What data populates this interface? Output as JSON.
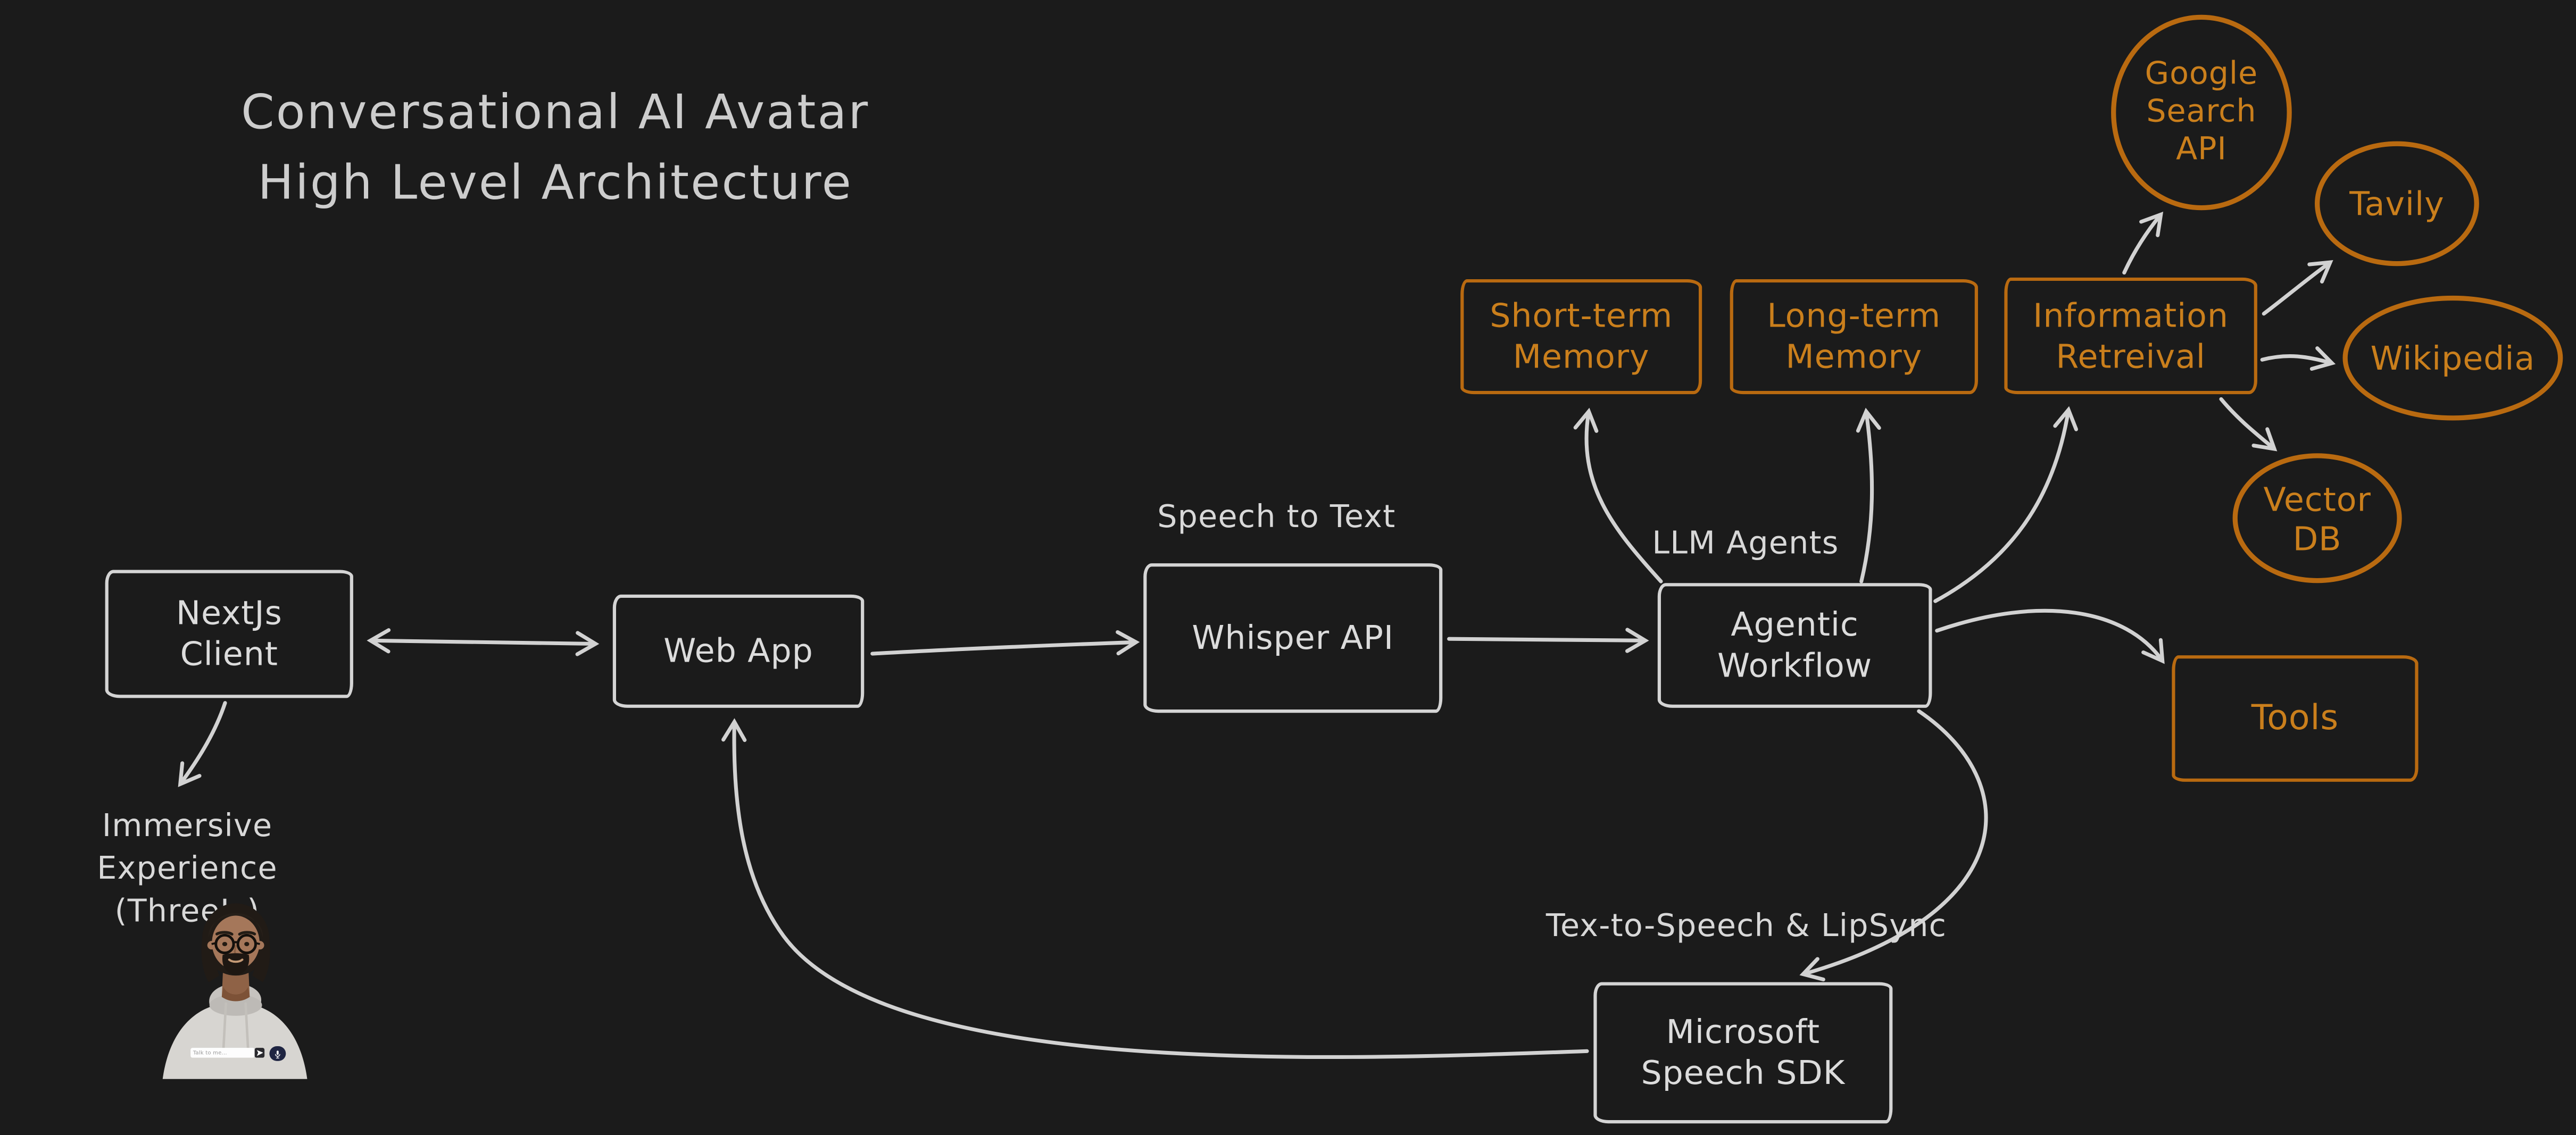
{
  "title": "Conversational AI Avatar\nHigh Level Architecture",
  "colors": {
    "background": "#1b1b1b",
    "light_stroke": "#d4d4d4",
    "light_text": "#dcdcdc",
    "orange_stroke": "#b96a10",
    "orange_text": "#ca7f1c",
    "mic_button": "#1f2542",
    "send_button": "#2a2a2e"
  },
  "nodes": {
    "nextjs_client": {
      "label": "NextJs\nClient"
    },
    "web_app": {
      "label": "Web App"
    },
    "whisper_api": {
      "label": "Whisper API"
    },
    "agentic_workflow": {
      "label": "Agentic\nWorkflow"
    },
    "short_term_memory": {
      "label": "Short-term\nMemory"
    },
    "long_term_memory": {
      "label": "Long-term\nMemory"
    },
    "information_retreival": {
      "label": "Information\nRetreival"
    },
    "google_search_api": {
      "label": "Google\nSearch\nAPI"
    },
    "tavily": {
      "label": "Tavily"
    },
    "wikipedia": {
      "label": "Wikipedia"
    },
    "vector_db": {
      "label": "Vector\nDB"
    },
    "tools": {
      "label": "Tools"
    },
    "microsoft_speech_sdk": {
      "label": "Microsoft\nSpeech SDK"
    }
  },
  "annotations": {
    "speech_to_text": "Speech to Text",
    "llm_agents": "LLM Agents",
    "tts_lipsync": "Tex-to-Speech & LipSync",
    "immersive_experience": "Immersive Experience\n(ThreeJs)"
  },
  "avatar_widget": {
    "image": "3d-avatar-man-glasses-hoodie",
    "placeholder": "Talk to me...",
    "send_icon": "paper-plane-icon",
    "mic_icon": "microphone-icon"
  },
  "edges": [
    {
      "from": "nextjs_client",
      "to": "web_app",
      "bidirectional": true
    },
    {
      "from": "nextjs_client",
      "to": "immersive_experience"
    },
    {
      "from": "web_app",
      "to": "whisper_api"
    },
    {
      "from": "whisper_api",
      "to": "agentic_workflow"
    },
    {
      "from": "agentic_workflow",
      "to": "short_term_memory"
    },
    {
      "from": "agentic_workflow",
      "to": "long_term_memory"
    },
    {
      "from": "agentic_workflow",
      "to": "information_retreival"
    },
    {
      "from": "agentic_workflow",
      "to": "tools"
    },
    {
      "from": "agentic_workflow",
      "to": "microsoft_speech_sdk"
    },
    {
      "from": "microsoft_speech_sdk",
      "to": "web_app"
    },
    {
      "from": "information_retreival",
      "to": "google_search_api"
    },
    {
      "from": "information_retreival",
      "to": "tavily"
    },
    {
      "from": "information_retreival",
      "to": "wikipedia"
    },
    {
      "from": "information_retreival",
      "to": "vector_db"
    }
  ]
}
